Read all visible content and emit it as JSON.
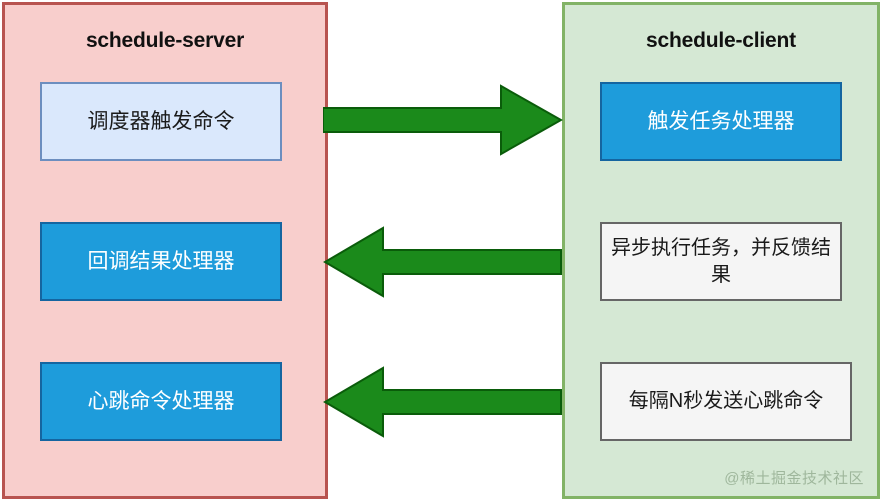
{
  "diagram": {
    "background": "#ffffff",
    "panels": [
      {
        "id": "schedule-server",
        "title": "schedule-server",
        "fill": "#f8cecc",
        "stroke": "#b85450",
        "boxes": [
          {
            "id": "scheduler-trigger",
            "label": "调度器触发命令",
            "fill": "#dae8fc",
            "stroke": "#6c8ebf",
            "text_color": "#1a1a1a"
          },
          {
            "id": "callback-result",
            "label": "回调结果处理器",
            "fill": "#1e9cdb",
            "stroke": "#1565a0",
            "text_color": "#ffffff"
          },
          {
            "id": "heartbeat-handler",
            "label": "心跳命令处理器",
            "fill": "#1e9cdb",
            "stroke": "#1565a0",
            "text_color": "#ffffff"
          }
        ]
      },
      {
        "id": "schedule-client",
        "title": "schedule-client",
        "fill": "#d5e8d4",
        "stroke": "#82b366",
        "boxes": [
          {
            "id": "trigger-task",
            "label": "触发任务处理器",
            "fill": "#1e9cdb",
            "stroke": "#1565a0",
            "text_color": "#ffffff"
          },
          {
            "id": "async-exec",
            "label": "异步执行任务，并反馈结果",
            "fill": "#f5f5f5",
            "stroke": "#666666",
            "text_color": "#1a1a1a"
          },
          {
            "id": "heartbeat-send",
            "label": "每隔N秒发送心跳命令",
            "fill": "#f5f5f5",
            "stroke": "#666666",
            "text_color": "#1a1a1a"
          }
        ]
      }
    ],
    "arrows": [
      {
        "id": "trigger",
        "direction": "right",
        "color": "#1b8a1b",
        "stroke": "#0a5c0a"
      },
      {
        "id": "callback",
        "direction": "left",
        "color": "#1b8a1b",
        "stroke": "#0a5c0a"
      },
      {
        "id": "heartbeat",
        "direction": "left",
        "color": "#1b8a1b",
        "stroke": "#0a5c0a"
      }
    ],
    "watermark": "@稀土掘金技术社区"
  }
}
